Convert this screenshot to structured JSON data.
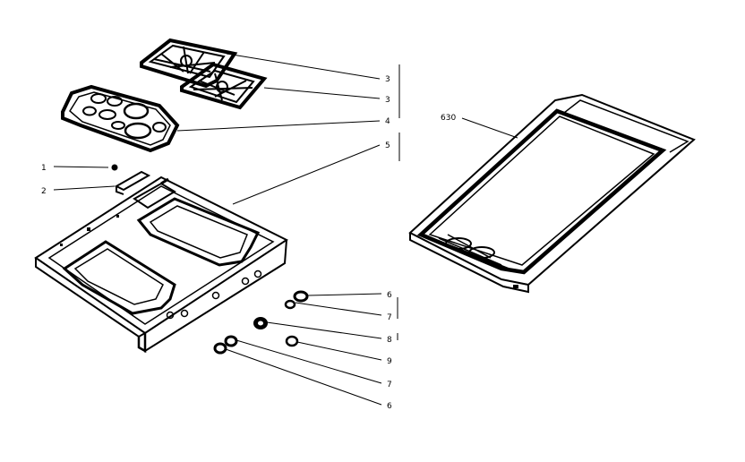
{
  "diagram": {
    "callouts": {
      "c1": "1",
      "c2": "2",
      "c3a": "3",
      "c3b": "3",
      "c4": "4",
      "c5": "5",
      "c6a": "6",
      "c6b": "6",
      "c7a": "7",
      "c7b": "7",
      "c8": "8",
      "c9": "9",
      "c630": "630"
    },
    "colors": {
      "ink": "#000000",
      "paper": "#ffffff"
    }
  }
}
